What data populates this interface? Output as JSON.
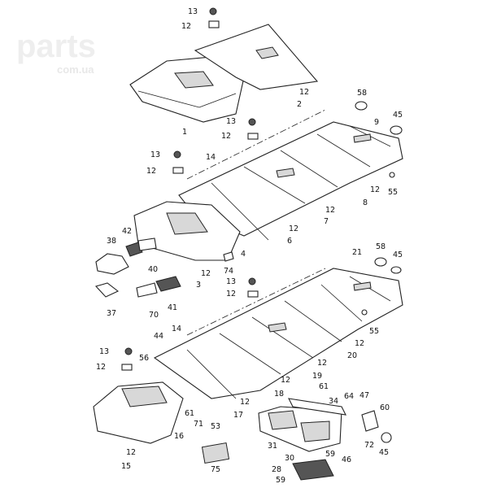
{
  "watermark": {
    "brand": "parts",
    "domain": "com.ua"
  },
  "labels": [
    "13",
    "12",
    "12",
    "2",
    "1",
    "58",
    "45",
    "9",
    "13",
    "12",
    "13",
    "14",
    "12",
    "55",
    "12",
    "8",
    "12",
    "7",
    "12",
    "6",
    "4",
    "38",
    "42",
    "40",
    "74",
    "3",
    "12",
    "21",
    "58",
    "45",
    "13",
    "12",
    "37",
    "70",
    "41",
    "55",
    "12",
    "20",
    "12",
    "19",
    "14",
    "44",
    "13",
    "56",
    "12",
    "12",
    "18",
    "61",
    "12",
    "17",
    "64",
    "47",
    "34",
    "60",
    "61",
    "71",
    "53",
    "16",
    "72",
    "31",
    "30",
    "45",
    "12",
    "15",
    "59",
    "46",
    "28",
    "59",
    "75"
  ]
}
